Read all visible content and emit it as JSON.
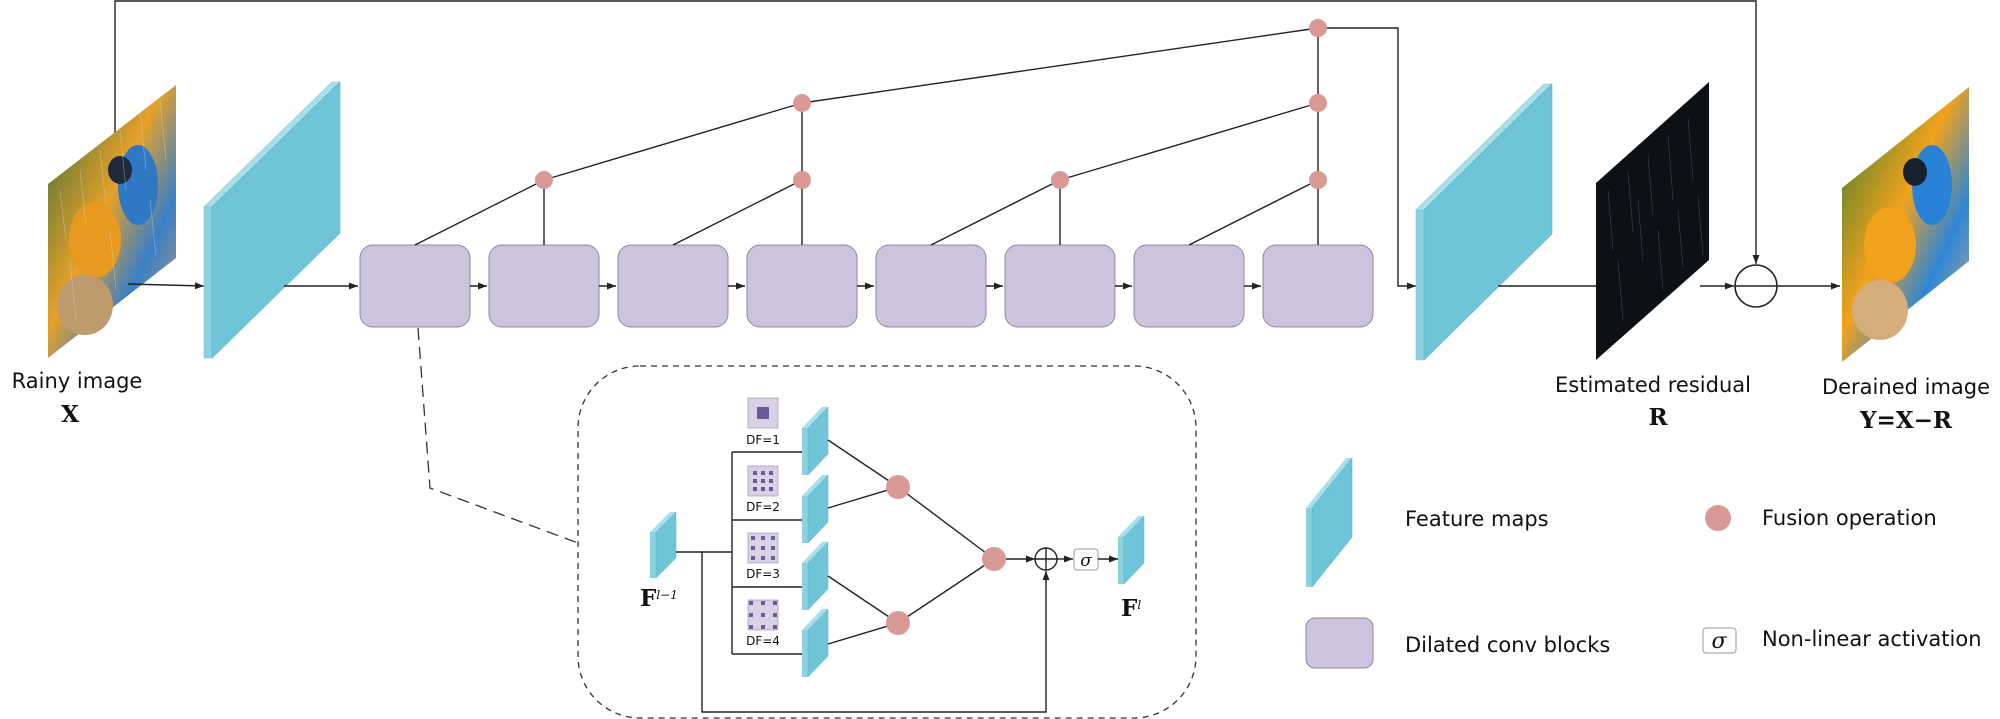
{
  "labels": {
    "rainy": "Rainy image",
    "rainy_math": "X",
    "residual": "Estimated residual",
    "residual_math": "R",
    "derained": "Derained image",
    "derained_math": "Y=X−R"
  },
  "inset": {
    "input_label_base": "F",
    "input_label_sup": "l−1",
    "output_label_base": "F",
    "output_label_sup": "l",
    "sigma": "σ",
    "dilation_factors": [
      "DF=1",
      "DF=2",
      "DF=3",
      "DF=4"
    ]
  },
  "legend": {
    "feature_maps": "Feature maps",
    "fusion": "Fusion operation",
    "dilated": "Dilated conv blocks",
    "activation": "Non-linear activation",
    "sigma": "σ"
  },
  "colors": {
    "feature_map_face": "#6fc4d8",
    "feature_map_side": "#a9dfea",
    "block_fill": "#ccc3dd",
    "fusion_node": "#d99a95"
  }
}
